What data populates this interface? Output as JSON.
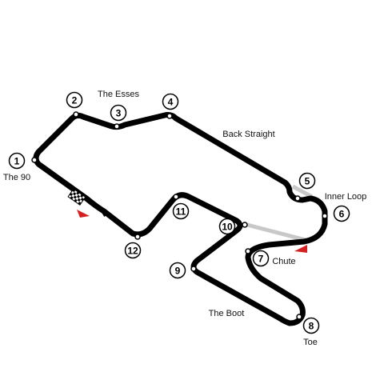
{
  "track": {
    "colors": {
      "asphalt": "#000000",
      "connector": "#c8c8c8",
      "arrow": "#d42020",
      "background": "#ffffff"
    },
    "turns": [
      {
        "number": "1",
        "name": "The 90"
      },
      {
        "number": "2",
        "name": ""
      },
      {
        "number": "3",
        "name": "The Esses"
      },
      {
        "number": "4",
        "name": ""
      },
      {
        "number": "5",
        "name": ""
      },
      {
        "number": "6",
        "name": "Inner Loop"
      },
      {
        "number": "7",
        "name": "Chute"
      },
      {
        "number": "8",
        "name": "Toe"
      },
      {
        "number": "9",
        "name": ""
      },
      {
        "number": "10",
        "name": ""
      },
      {
        "number": "11",
        "name": ""
      },
      {
        "number": "12",
        "name": ""
      }
    ],
    "sections": {
      "back_straight": "Back Straight",
      "boot": "The Boot"
    },
    "icons": [
      "checkered-flag-icon",
      "direction-arrow-icon"
    ]
  }
}
